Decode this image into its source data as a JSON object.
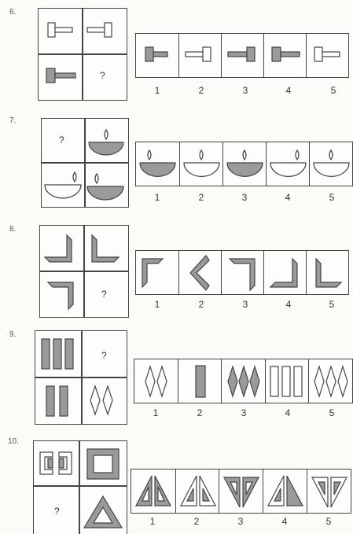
{
  "colors": {
    "fill": "#9a9a9a",
    "stroke": "#444444",
    "paper": "#fbfbf8"
  },
  "questions": [
    {
      "number": "6.",
      "missing": "?",
      "options": [
        "1",
        "2",
        "3",
        "4",
        "5"
      ]
    },
    {
      "number": "7.",
      "missing": "?",
      "options": [
        "1",
        "2",
        "3",
        "4",
        "5"
      ]
    },
    {
      "number": "8.",
      "missing": "?",
      "options": [
        "1",
        "2",
        "3",
        "4",
        "5"
      ]
    },
    {
      "number": "9.",
      "missing": "?",
      "options": [
        "1",
        "2",
        "3",
        "4",
        "5"
      ]
    },
    {
      "number": "10.",
      "missing": "?",
      "options": [
        "1",
        "2",
        "3",
        "4",
        "5"
      ]
    }
  ]
}
